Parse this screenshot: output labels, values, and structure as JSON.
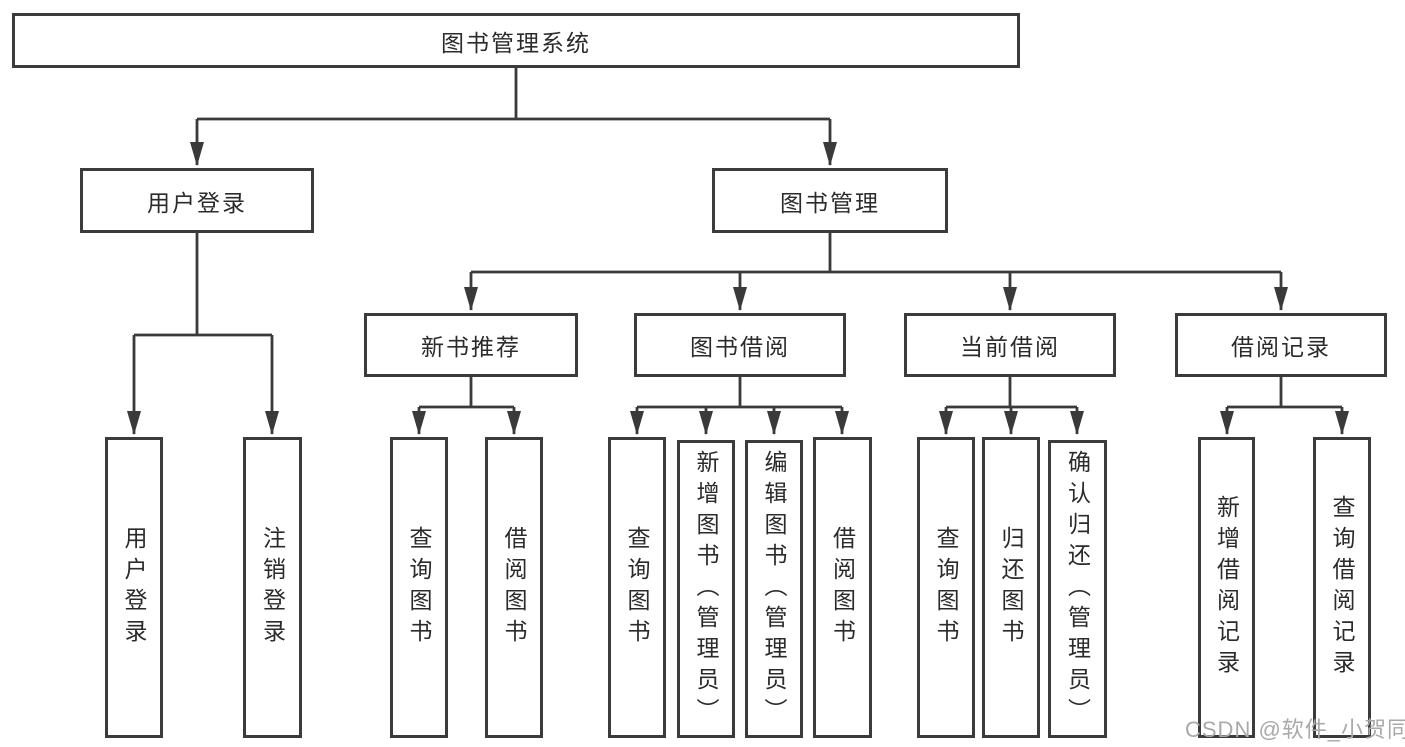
{
  "colors": {
    "line": "#3a3a3a",
    "box_border": "#3b3b3b",
    "box_fill": "#ffffff",
    "text": "#2b2b2b",
    "watermark": "#a9a9a9"
  },
  "tree": {
    "root": "图书管理系统",
    "branches": [
      {
        "label": "用户登录",
        "children": [
          "用户登录",
          "注销登录"
        ]
      },
      {
        "label": "图书管理",
        "groups": [
          {
            "label": "新书推荐",
            "children": [
              "查询图书",
              "借阅图书"
            ]
          },
          {
            "label": "图书借阅",
            "children": [
              "查询图书",
              "新增图书（管理员）",
              "编辑图书（管理员）",
              "借阅图书"
            ]
          },
          {
            "label": "当前借阅",
            "children": [
              "查询图书",
              "归还图书",
              "确认归还（管理员）"
            ]
          },
          {
            "label": "借阅记录",
            "children": [
              "新增借阅记录",
              "查询借阅记录"
            ]
          }
        ]
      }
    ]
  },
  "watermark": {
    "text": "CSDN @软件_小贺同学"
  }
}
